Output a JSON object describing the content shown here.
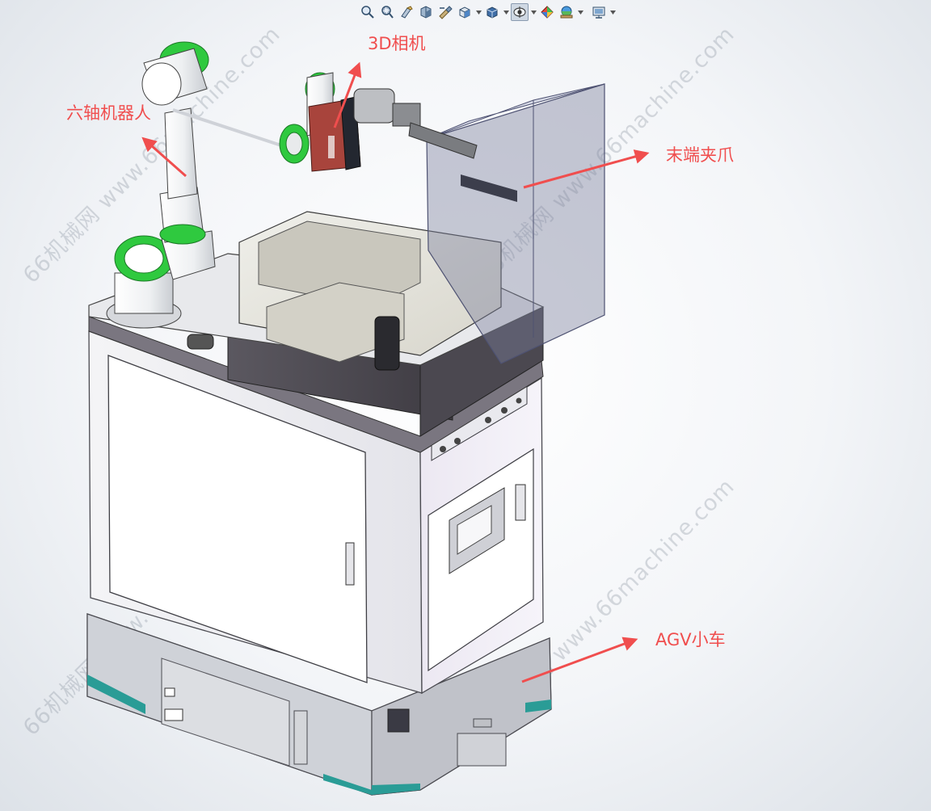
{
  "annotations": {
    "robot_arm": "六轴机器人",
    "camera": "3D相机",
    "gripper": "末端夹爪",
    "agv": "AGV小车"
  },
  "watermark_text": "66机械网 www.66machine.com",
  "toolbar": {
    "buttons": [
      {
        "name": "zoom-to-fit-icon"
      },
      {
        "name": "zoom-to-area-icon"
      },
      {
        "name": "previous-view-icon"
      },
      {
        "name": "section-view-icon"
      },
      {
        "name": "dynamic-annotation-icon"
      },
      {
        "name": "view-orientation-icon",
        "dropdown": true
      },
      {
        "name": "display-style-icon",
        "dropdown": true
      },
      {
        "name": "hide-show-items-icon",
        "dropdown": true,
        "active": true
      },
      {
        "name": "edit-appearance-icon"
      },
      {
        "name": "apply-scene-icon",
        "dropdown": true
      },
      {
        "name": "view-settings-icon",
        "dropdown": true
      }
    ]
  },
  "colors": {
    "annotation_red": "#f04e4e",
    "robot_green": "#2fc93f",
    "camera_red": "#a8443c",
    "agv_teal": "#2a9c96",
    "gripper_box": "#7a7f9c"
  }
}
